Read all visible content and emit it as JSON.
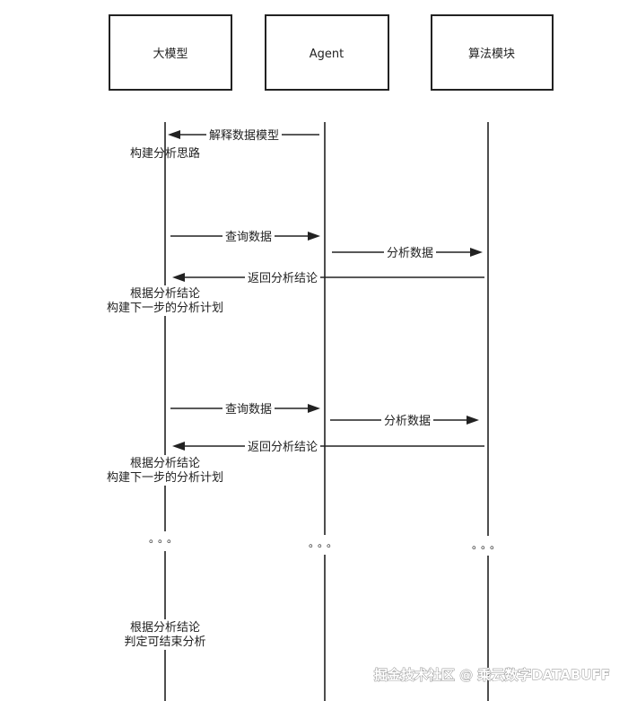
{
  "participants": [
    {
      "id": "llm",
      "label": "大模型"
    },
    {
      "id": "agent",
      "label": "Agent"
    },
    {
      "id": "algo",
      "label": "算法模块"
    }
  ],
  "messages": [
    {
      "from": "agent",
      "to": "llm",
      "label": "解释数据模型"
    },
    {
      "from": "llm",
      "to": "agent",
      "label": "查询数据"
    },
    {
      "from": "agent",
      "to": "algo",
      "label": "分析数据"
    },
    {
      "from": "algo",
      "to": "llm",
      "label": "返回分析结论"
    },
    {
      "from": "llm",
      "to": "agent",
      "label": "查询数据"
    },
    {
      "from": "agent",
      "to": "algo",
      "label": "分析数据"
    },
    {
      "from": "algo",
      "to": "llm",
      "label": "返回分析结论"
    }
  ],
  "notes": [
    {
      "lines": [
        "构建分析思路"
      ]
    },
    {
      "lines": [
        "根据分析结论",
        "构建下一步的分析计划"
      ]
    },
    {
      "lines": [
        "根据分析结论",
        "构建下一步的分析计划"
      ]
    },
    {
      "lines": [
        "根据分析结论",
        "判定可结束分析"
      ]
    }
  ],
  "ellipsis": "。。。",
  "watermark": "掘金技术社区 @ 乘云数字DATABUFF"
}
